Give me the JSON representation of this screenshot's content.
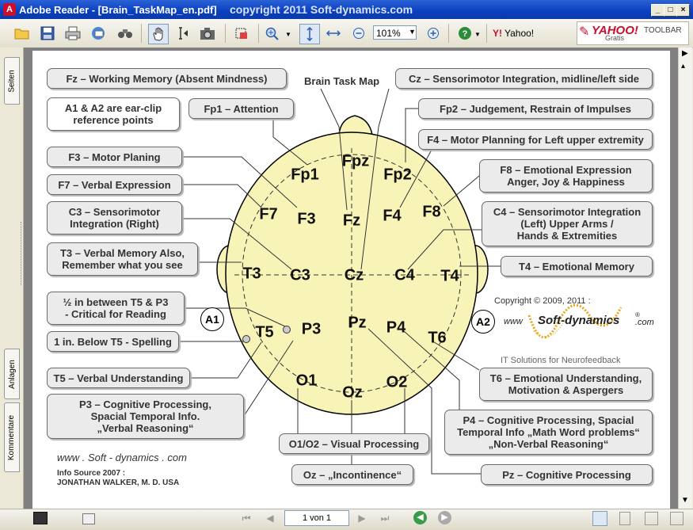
{
  "window": {
    "title": "Adobe Reader - [Brain_TaskMap_en.pdf]",
    "copyright": "copyright 2011  Soft-dynamics.com"
  },
  "toolbar": {
    "zoom_value": "101%",
    "yahoo_label": "Yahoo!",
    "yahoo_logo": "YAHOO!",
    "yahoo_gratis": "Gratis",
    "yahoo_toolbar": "TOOLBAR"
  },
  "sidebar": {
    "tabs": [
      "Seiten",
      "Anlagen",
      "Kommentare"
    ]
  },
  "status": {
    "page_display": "1 von 1"
  },
  "map": {
    "title": "Brain Task Map",
    "electrodes": [
      "Fpz",
      "Fp1",
      "Fp2",
      "F7",
      "F3",
      "Fz",
      "F4",
      "F8",
      "T3",
      "C3",
      "Cz",
      "C4",
      "T4",
      "T5",
      "P3",
      "Pz",
      "P4",
      "T6",
      "O1",
      "Oz",
      "O2"
    ],
    "ears": [
      "A1",
      "A2"
    ],
    "labels": {
      "fz": "Fz – Working Memory (Absent Mindness)",
      "cz": "Cz – Sensorimotor Integration,  midline/left side",
      "a1a2": "A1 & A2 are ear-clip\nreference points",
      "fp1": "Fp1 – Attention",
      "fp2": "Fp2 – Judgement, Restrain of Impulses",
      "f4": "F4 – Motor Planning for Left upper extremity",
      "f3": "F3 – Motor Planing",
      "f7": "F7 – Verbal Expression",
      "f8": "F8 – Emotional Expression\nAnger, Joy & Happiness",
      "c3": "C3 – Sensorimotor\nIntegration (Right)",
      "c4": "C4 – Sensorimotor Integration\n(Left) Upper Arms /\nHands & Extremities",
      "t3": "T3 – Verbal Memory Also,\nRemember what you see",
      "t4": "T4 – Emotional Memory",
      "half": "½ in between T5 & P3\n- Critical for Reading",
      "below": "1 in. Below T5 - Spelling",
      "t5": "T5 – Verbal Understanding",
      "t6": "T6 – Emotional Understanding,\nMotivation & Aspergers",
      "p3": "P3 – Cognitive Processing,\nSpacial Temporal Info.\n„Verbal Reasoning“",
      "p4": "P4 – Cognitive Processing, Spacial\nTemporal Info „Math Word problems“\n„Non-Verbal Reasoning“",
      "o1o2": "O1/O2 – Visual Processing",
      "oz": "Oz – „Incontinence“",
      "pz": "Pz – Cognitive Processing"
    },
    "logo": {
      "copyright": "Copyright © 2009, 2011 :",
      "www": "www",
      "brand": "Soft-dynamics",
      "tld": ".com",
      "registered": "®",
      "tagline": "IT Solutions for Neurofeedback"
    },
    "footer": {
      "site": "www . Soft - dynamics . com",
      "source": "Info Source  2007 :",
      "author": "JONATHAN WALKER, M. D. USA"
    }
  },
  "colors": {
    "head_fill": "#f8f4b8",
    "titlebar": "#0a3fbf",
    "logo_orange": "#e8a317"
  }
}
